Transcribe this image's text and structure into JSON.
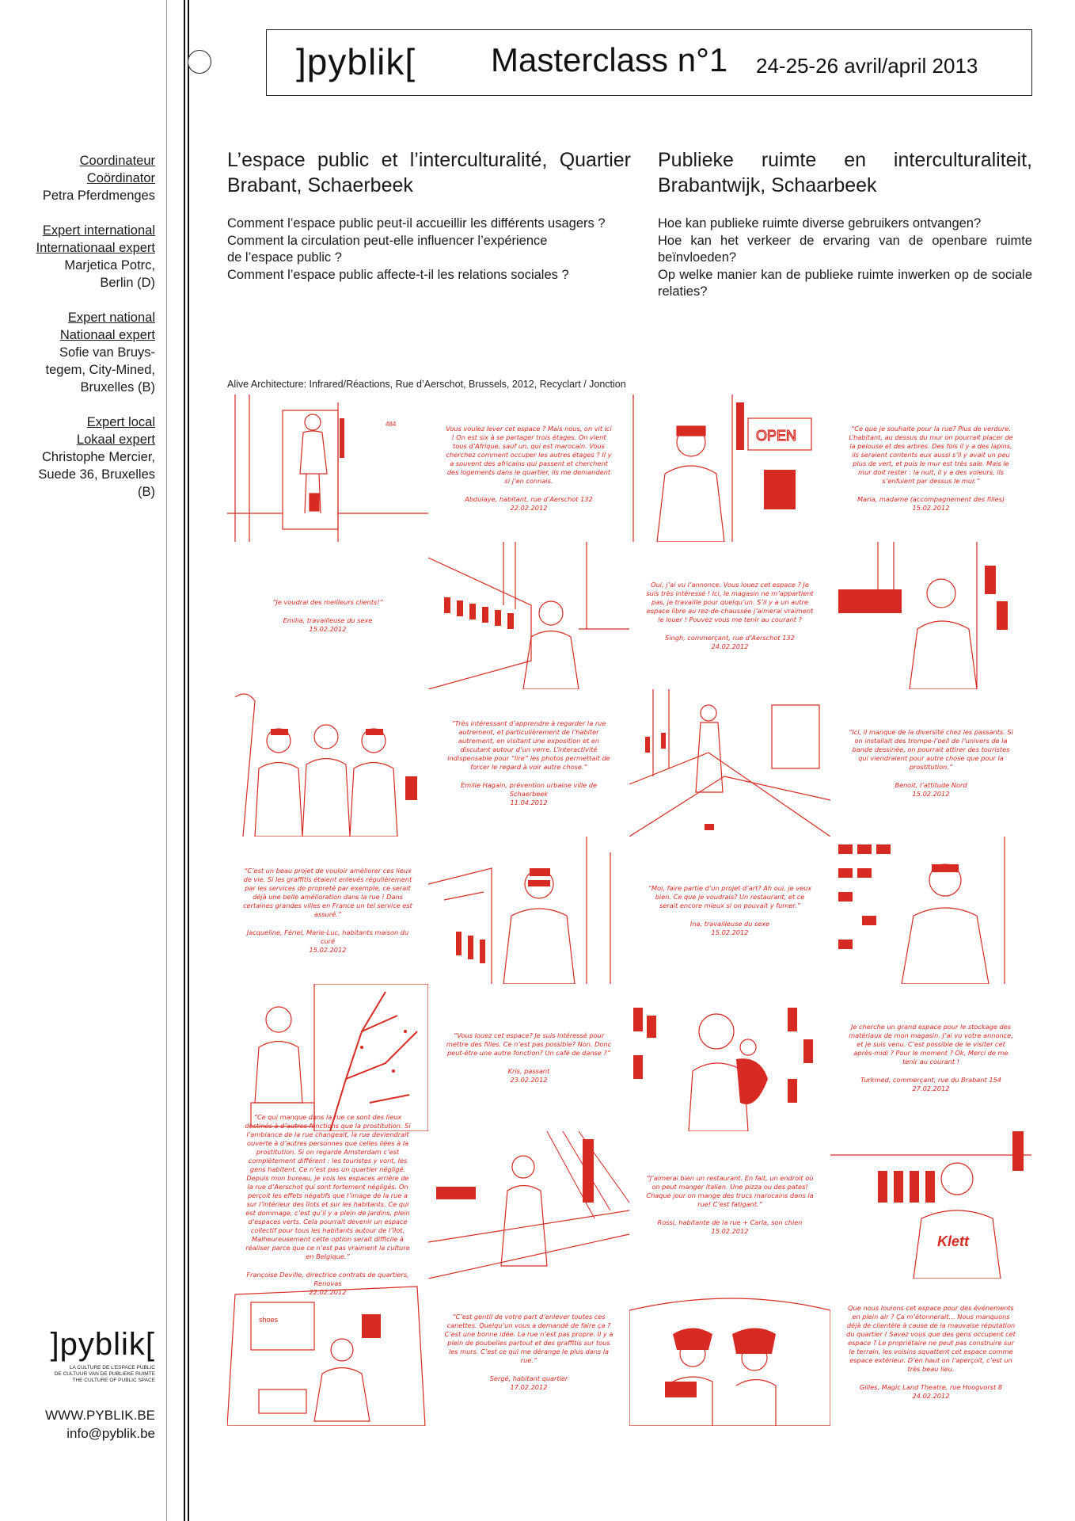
{
  "header": {
    "logo": "]pyblik[",
    "title": "Masterclass n°1",
    "dates": "24-25-26 avril/april 2013"
  },
  "credits": [
    {
      "role_fr": "Coordinateur",
      "role_nl": "Coördinator",
      "name": "Petra Pferdmenges"
    },
    {
      "role_fr": "Expert international",
      "role_nl": "Internationaal expert",
      "name": "Marjetica Potrc,\nBerlin (D)"
    },
    {
      "role_fr": "Expert national",
      "role_nl": "Nationaal expert",
      "name": "Sofie van Bruys-\ntegem, City-Mined,\nBruxelles (B)"
    },
    {
      "role_fr": "Expert local",
      "role_nl": "Lokaal expert",
      "name": "Christophe Mercier,\nSuede 36, Bruxelles\n(B)"
    }
  ],
  "intro_fr": {
    "title": "L’espace public et l’interculturalité, Quartier Brabant, Schaerbeek",
    "questions": "Comment l’espace public peut-il accueillir les différents usagers ?\nComment la circulation peut-elle influencer l’expérience\nde l’espace public ?\nComment l’espace public affecte-t-il les relations sociales ?"
  },
  "intro_nl": {
    "title": "Publieke ruimte en interculturaliteit, Brabantwijk, Schaarbeek",
    "questions": "Hoe kan publieke ruimte diverse gebruikers ontvangen?\nHoe kan het verkeer de ervaring van de openbare ruimte beïnvloeden?\nOp welke manier kan de publieke ruimte inwerken op de sociale relaties?"
  },
  "caption": "Alive Architecture: Infrared/Réactions, Rue d’Aerschot, Brussels, 2012, Recyclart / Jonction",
  "quotes": [
    {
      "text": "Vous voulez lever cet espace ? Mais nous, on vit ici ! On est six à se partager trois étages. On vient tous d’Afrique, sauf un, qui est marocain. Vous cherchez comment occuper les autres étages ? Il y a souvent des africains qui passent et cherchent des logements dans le quartier, ils me demandent si j’en connais.",
      "author": "Abdulaye, habitant, rue d’Aerschot 132\n22.02.2012"
    },
    {
      "text": "“Ce que je souhaite pour la rue? Plus de verdure. L’habitant, au dessus du mur on pourrait placer de la pelouse et des arbres. Des fois il y a des lapins, ils seraient contents eux aussi s’il y avait un peu plus de vert, et puis le mur est très sale. Mais le mur doit rester : la nuit, il y a des voleurs, ils s’enfuient par dessus le mur.”",
      "author": "Maria, madame (accompagnement des filles)\n15.02.2012"
    },
    {
      "text": "“Je voudrai des meilleurs clients!”",
      "author": "Emilia, travailleuse du sexe\n15.02.2012"
    },
    {
      "text": "Oui, j’ai vu l’annonce. Vous louez cet espace ? Je suis très intéressé ! Ici, le magasin ne m’appartient pas, je travaille pour quelqu’un. S’il y a un autre espace libre au rez-de-chaussée j’aimerai vraiment le louer ! Pouvez vous me tenir au courant ?",
      "author": "Singh, commerçant, rue d’Aerschot 132\n24.02.2012"
    },
    {
      "text": "“Très intéressant d’apprendre à regarder la rue autrement, et particulièrement de l’habiter autrement, en visitant une exposition et en discutant autour d’un verre. L’interactivité indispensable pour “lire” les photos permettait de forcer le regard à voir autre chose.”",
      "author": "Emilie Hagain, prévention urbaine ville de Schaerbeek\n11.04.2012"
    },
    {
      "text": "“Ici, il manque de la diversité chez les passants. Si on installait des trompe-l’oeil de l’univers de la bande dessinée, on pourrait attirer des touristes qui viendraient pour autre chose que pour la prostitution.”",
      "author": "Benoit, l’attitude Nord\n15.02.2012"
    },
    {
      "text": "“C’est un beau projet de vouloir améliorer ces lieux de vie. Si les graffitis étaient enlevés régulièrement par les services de propreté par exemple, ce serait déjà une belle amélioration dans la rue ! Dans certaines grandes villes en France un tel service est assuré.”",
      "author": "Jacqueline, Fériel, Marie-Luc, habitants maison du curé\n15.02.2012"
    },
    {
      "text": "“Moi, faire partie d’un projet d’art? Ah oui, je veux bien. Ce que je voudrais? Un restaurant, et ce serait encore mieux si on pouvait y fumer.”",
      "author": "Ina, travailleuse du sexe\n15.02.2012"
    },
    {
      "text": "“Vous louez cet espace? Je suis intéressé pour mettre des filles. Ce n’est pas possible? Non. Donc peut-être une autre fonction? Un café de danse ?”",
      "author": "Kris, passant\n23.02.2012"
    },
    {
      "text": "Je cherche un grand espace pour le stockage des matériaux de mon magasin. J’ai vu votre annonce, et je suis venu. C’est possible de le visiter cet après-midi ? Pour le moment ? Ok, Merci de me tenir au courant !",
      "author": "Turkmed, commerçant, rue du Brabant 154\n27.02.2012"
    },
    {
      "text": "“Ce qui manque dans la rue ce sont des lieux destinés à d’autres fonctions que la prostitution. Si l’ambiance de la rue changeait, la rue deviendrait ouverte à d’autres personnes que celles liées à la prostitution. Si on regarde Amsterdam c’est complètement différent : les touristes y vont, les gens habitent. Ce n’est pas un quartier négligé. Depuis mon bureau, je vois les espaces arrière de la rue d’Aerschot qui sont fortement négligés. On perçoit les effets négatifs que l’image de la rue a sur l’intérieur des îlots et sur les habitants. Ce qui est dommage, c’est qu’il y a plein de jardins, plein d’espaces verts. Cela pourrait devenir un espace collectif pour tous les habitants autour de l’îlot. Malheureusement cette option serait difficile à réaliser parce que ce n’est pas vraiment la culture en Belgique.”",
      "author": "Françoise Deville, directrice contrats de quartiers, Renovas\n22.02.2012"
    },
    {
      "text": "“J’aimerai bien un restaurant. En fait, un endroit où on peut manger italien. Une pizza ou des pates! Chaque jour on mange des trucs marocains dans la rue! C’est fatigant.”",
      "author": "Rossi, habitante de la rue + Carla, son chien\n15.02.2012"
    },
    {
      "text": "“C’est gentil de votre part d’enlever toutes ces canettes. Quelqu’un vous a demandé de faire ça ? C’est une bonne idée. La rue n’est pas propre. Il y a plein de poubelles partout et des graffitis sur tous les murs. C’est ce qui me dérange le plus dans la rue.”",
      "author": "Sergé, habitant quartier\n17.02.2012"
    },
    {
      "text": "Que nous louions cet espace pour des événements en plein air ? Ça m’étonnerait… Nous manquons déjà de clientèle à cause de la mauvaise réputation du quartier ! Savez vous que des gens occupent cet espace ? Le propriétaire ne peut pas construire sur le terrain, les voisins squattent cet espace comme espace extérieur. D’en haut on l’aperçoit, c’est un très beau lieu.",
      "author": "Gilles, Magic Land Theatre, rue Hoogvorst 8\n24.02.2012"
    }
  ],
  "sidebar_logo": {
    "mark": "]pyblik[",
    "tagline": "La culture de l’espace public\nDe cultuur van de publieke ruimte\nThe culture of public space"
  },
  "contact": {
    "website": "WWW.PYBLIK.BE",
    "email": "info@pyblik.be"
  },
  "colors": {
    "accent_red": "#d62a22",
    "ink": "#1a1a1a"
  }
}
